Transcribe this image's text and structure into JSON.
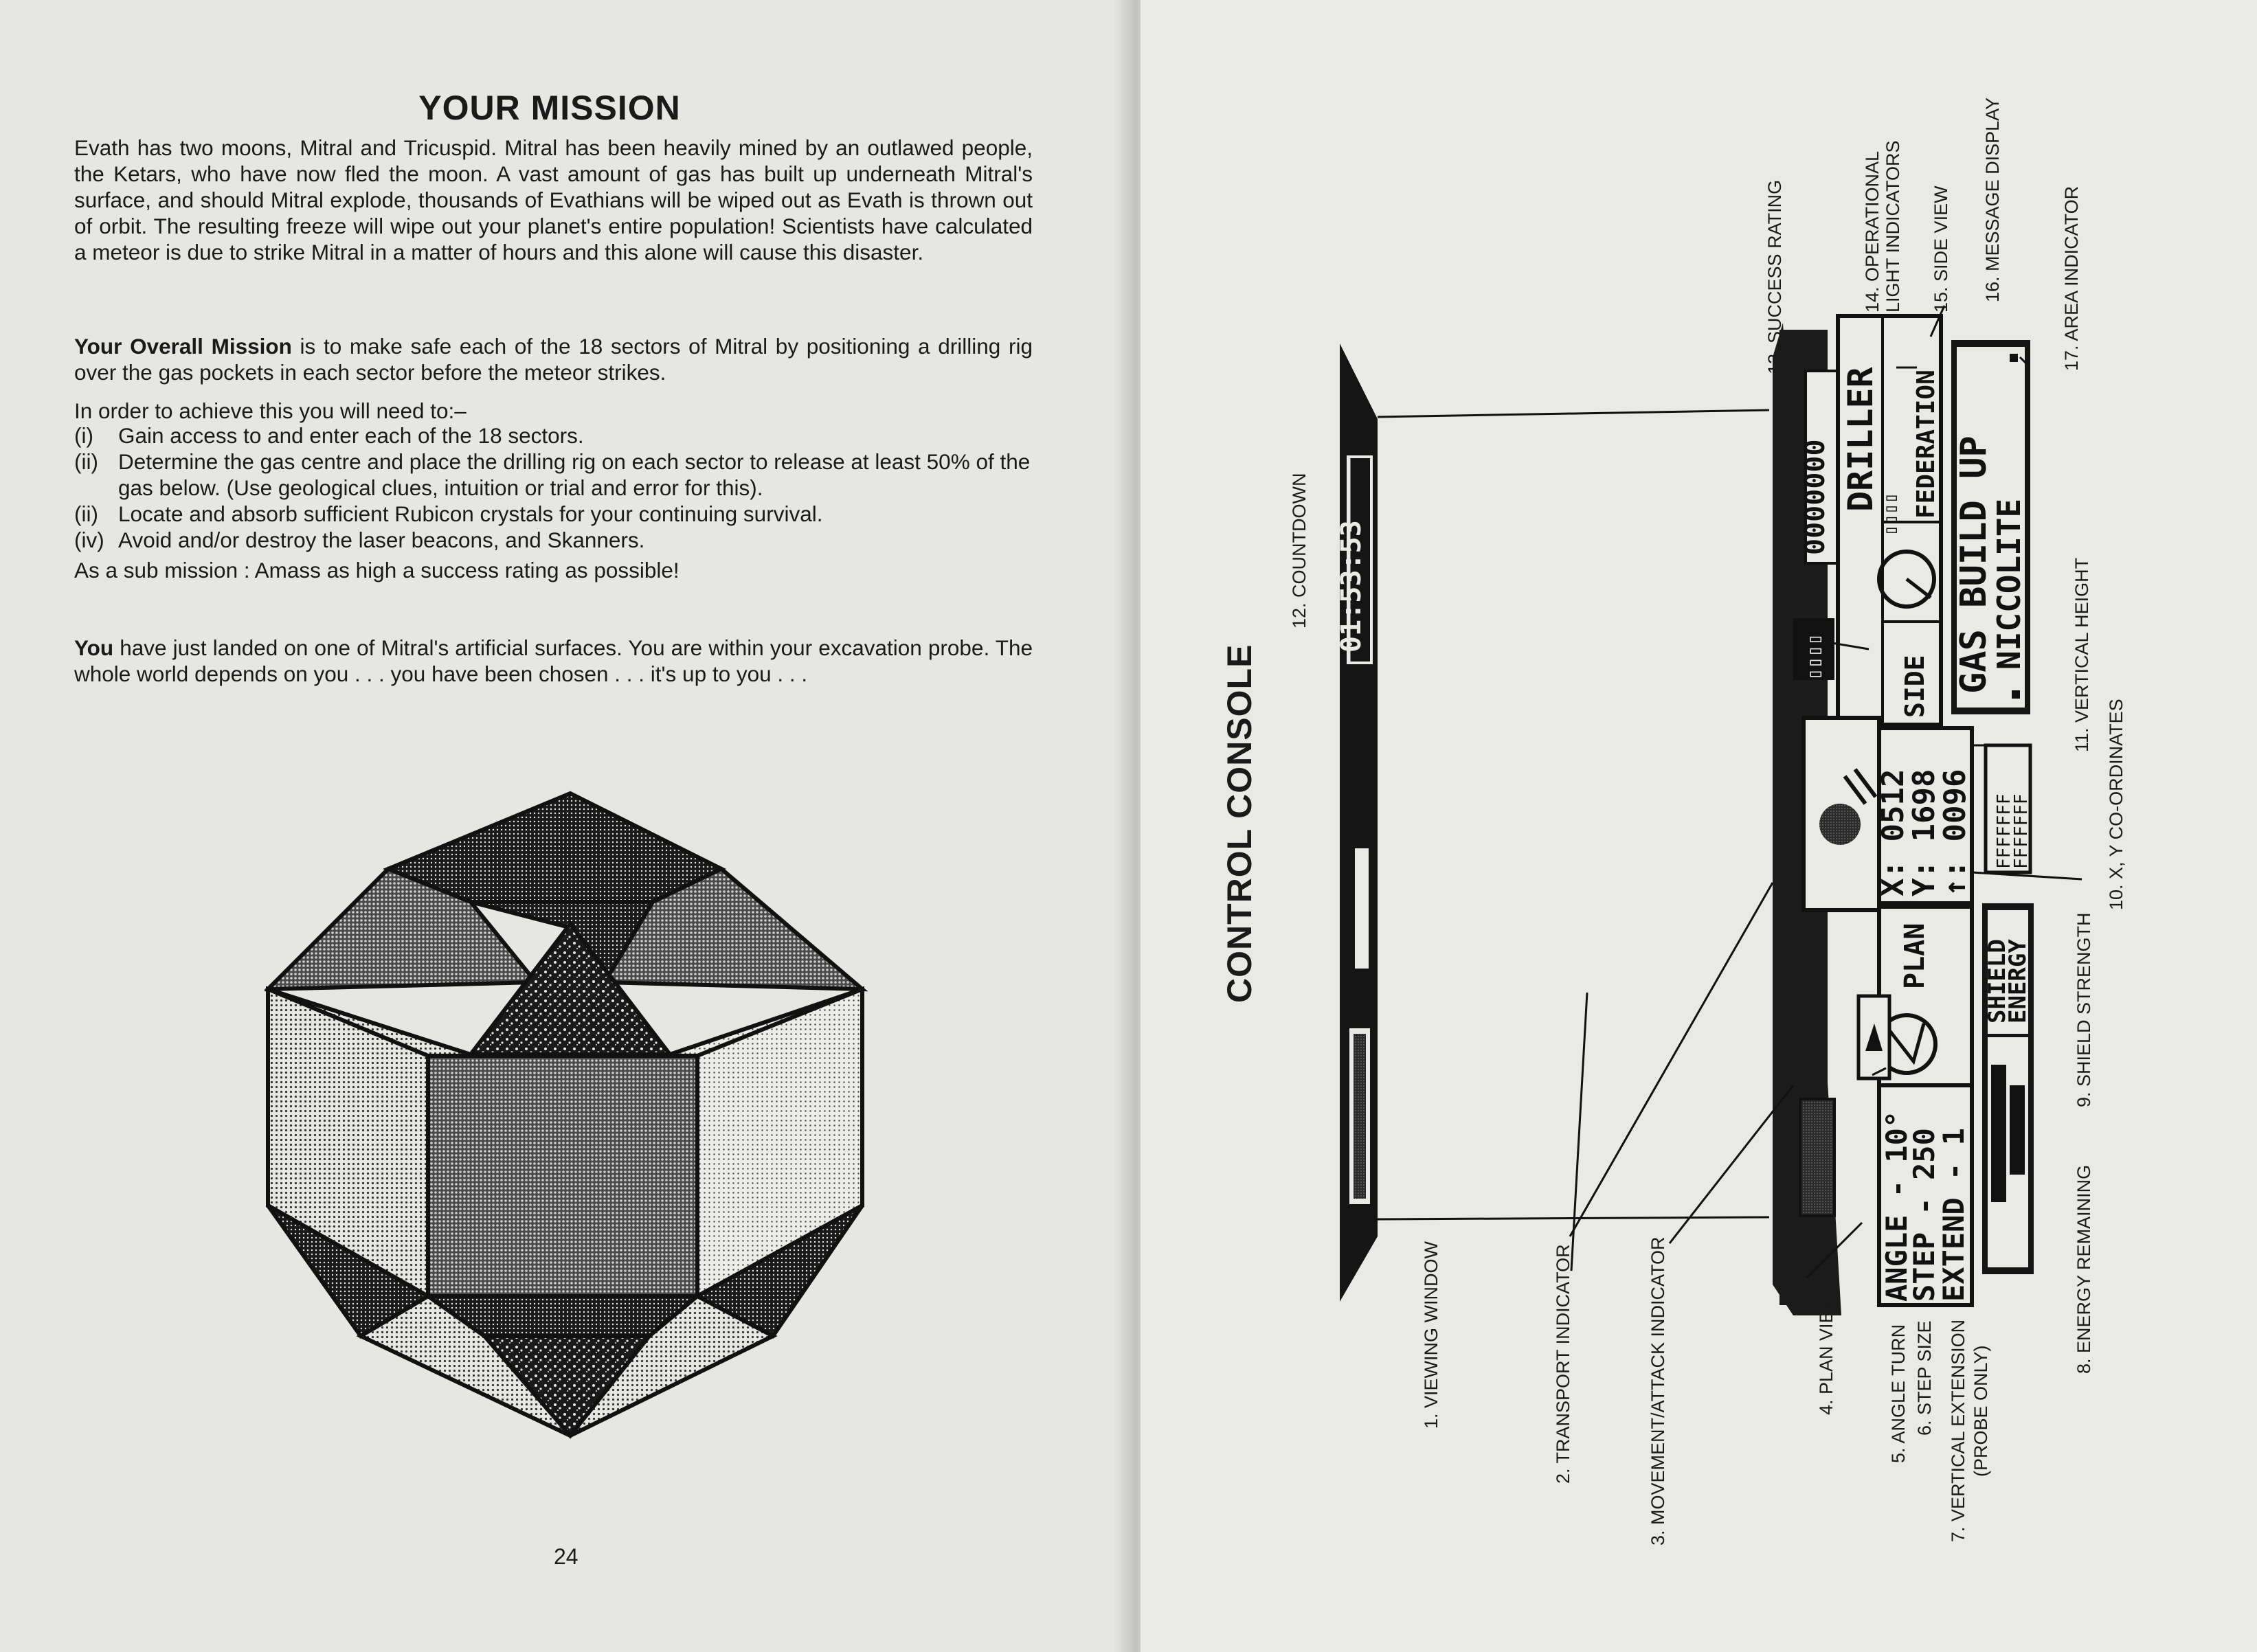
{
  "left_page": {
    "title": "YOUR MISSION",
    "intro": "Evath has two moons, Mitral and Tricuspid. Mitral has been heavily mined by an outlawed people, the Ketars, who have now fled the moon. A vast amount of gas has built up underneath Mitral's surface, and should Mitral explode, thousands of Evathians will be wiped out as Evath is thrown out of orbit. The resulting freeze will wipe out your planet's entire population! Scientists have calculated a meteor is due to strike Mitral in a matter of hours and this alone will cause this disaster.",
    "overall_lead": "Your Overall Mission",
    "overall_text": " is to make safe each of the 18 sectors of Mitral by positioning a drilling rig over the gas pockets in each sector before the meteor strikes.",
    "order_intro": "In order to achieve this you will need to:–",
    "tasks": [
      {
        "num": "(i)",
        "text": "Gain access to and enter each of the 18 sectors."
      },
      {
        "num": "(ii)",
        "text": "Determine the gas centre and place the drilling rig on each sector to release at least 50% of the gas below. (Use geological clues, intuition or trial and error for this)."
      },
      {
        "num": "(ii)",
        "text": "Locate and absorb sufficient Rubicon crystals for your continuing survival."
      },
      {
        "num": "(iv)",
        "text": "Avoid and/or destroy the laser beacons, and Skanners."
      }
    ],
    "sub_mission": "As a sub mission : Amass as high a success rating as possible!",
    "you_lead": "You",
    "you_text": " have just landed on one of Mitral's artificial surfaces. You are within your excavation probe. The whole world depends on you . . . you have been chosen . . . it's up to you . . .",
    "page_number": "24"
  },
  "right_page": {
    "title": "CONTROL CONSOLE",
    "screen": {
      "countdown": "01:53:53",
      "score": "0000000",
      "driller": "DRILLER",
      "federation": "FEDERATION",
      "side": "SIDE",
      "message_1": "GAS BUILD UP",
      "message_2": "NICCOLITE",
      "x_coord": "X: 0512",
      "y_coord": "Y: 1698",
      "h_coord": "↑: 0096",
      "plan": "PLAN",
      "shield_1": "SHIELD",
      "shield_2": "ENERGY",
      "angle": "ANGLE - 10°",
      "step": "STEP - 250",
      "extend": "EXTEND - 1"
    },
    "labels": {
      "l1": "1. VIEWING WINDOW",
      "l2": "2. TRANSPORT INDICATOR",
      "l3": "3. MOVEMENT/ATTACK INDICATOR",
      "l4": "4. PLAN VIEW",
      "l5": "5. ANGLE TURN",
      "l6": "6. STEP SIZE",
      "l7a": "7. VERTICAL EXTENSION",
      "l7b": "(PROBE ONLY)",
      "l8": "8. ENERGY REMAINING",
      "l9": "9. SHIELD STRENGTH",
      "l10": "10. X, Y CO-ORDINATES",
      "l11": "11. VERTICAL HEIGHT",
      "l12": "12. COUNTDOWN",
      "l13": "13. SUCCESS RATING",
      "l14a": "14. OPERATIONAL",
      "l14b": "LIGHT INDICATORS",
      "l15": "15. SIDE VIEW",
      "l16": "16. MESSAGE DISPLAY",
      "l17": "17. AREA INDICATOR"
    }
  }
}
